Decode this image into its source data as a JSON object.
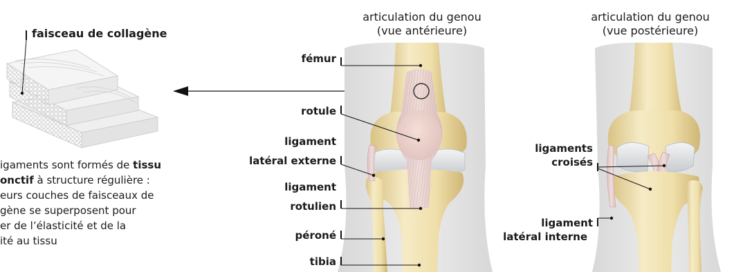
{
  "collagen_label": "faisceau de collagène",
  "paragraph": [
    {
      "parts": [
        {
          "t": "igaments sont formés de ",
          "b": false
        },
        {
          "t": "tissu",
          "b": true
        }
      ]
    },
    {
      "parts": [
        {
          "t": "onctif",
          "b": true
        },
        {
          "t": " à structure régulière :",
          "b": false
        }
      ]
    },
    {
      "parts": [
        {
          "t": "eurs couches de faisceaux de",
          "b": false
        }
      ]
    },
    {
      "parts": [
        {
          "t": "gène se superposent pour",
          "b": false
        }
      ]
    },
    {
      "parts": [
        {
          "t": "er de l’élasticité et de la",
          "b": false
        }
      ]
    },
    {
      "parts": [
        {
          "t": "ité au tissu",
          "b": false
        }
      ]
    }
  ],
  "anterior": {
    "title_line1": "articulation du genou",
    "title_line2": "(vue antérieure)",
    "labels": {
      "femur": "fémur",
      "rotule": "rotule",
      "lat_ext_1": "ligament",
      "lat_ext_2": "latéral externe",
      "rotulien_1": "ligament",
      "rotulien_2": "rotulien",
      "perone": "péroné",
      "tibia": "tibia"
    }
  },
  "posterior": {
    "title_line1": "articulation du genou",
    "title_line2": "(vue postérieure)",
    "labels": {
      "croises_1": "ligaments",
      "croises_2": "croisés",
      "lat_int_1": "ligament",
      "lat_int_2": "latéral interne"
    }
  },
  "colors": {
    "bone": "#f1e3b3",
    "bone_shade": "#dcc788",
    "cartilage": "#e6e8ea",
    "ligament": "#e7cfd3",
    "leg_bg": "#e4e4e4",
    "line": "#111111"
  }
}
